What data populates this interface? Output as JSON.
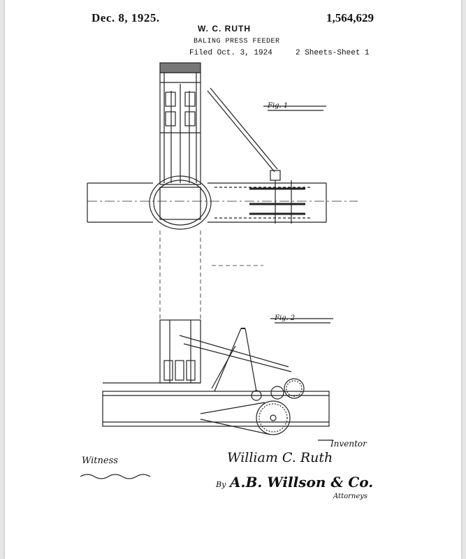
{
  "header": {
    "date": "Dec. 8, 1925.",
    "inventor": "W. C. RUTH",
    "patent_number": "1,564,629",
    "title": "BALING PRESS FEEDER",
    "filed": "Filed Oct. 3, 1924",
    "sheets": "2 Sheets-Sheet 1"
  },
  "figures": {
    "fig1": "Fig. 1",
    "fig2": "Fig. 2"
  },
  "signatures": {
    "witness_label": "Witness",
    "inventor_label": "Inventor",
    "inventor_name": "William C. Ruth",
    "by_label": "By",
    "attorney_name": "A.B. Willson & Co.",
    "attorneys_label": "Attorneys"
  }
}
